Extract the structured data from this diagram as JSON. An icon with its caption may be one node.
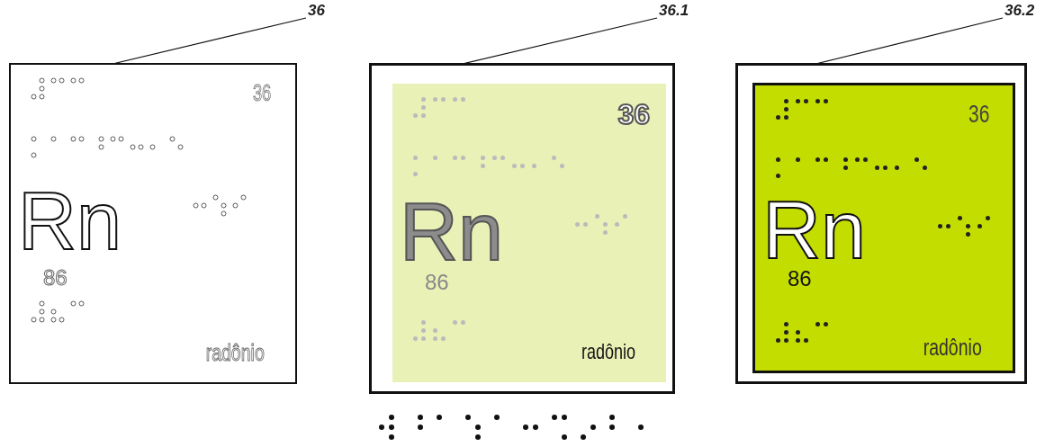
{
  "diagram": {
    "nodes": [
      {
        "text": [
          "36"
        ]
      },
      {
        "text": [
          "36.1"
        ]
      },
      {
        "text": [
          "36.2"
        ]
      },
      {
        "text": [
          "36",
          "Rn",
          "86",
          "radônio"
        ]
      },
      {
        "text": [],
        "shape": "box"
      },
      {
        "text": [
          "36",
          "Rn",
          "86",
          "radônio"
        ],
        "in": 4
      },
      {
        "text": [],
        "shape": "box"
      },
      {
        "text": [
          "36",
          "Rn",
          "86",
          "radônio"
        ],
        "in": 6
      }
    ],
    "edges": [
      {
        "from": 0,
        "to": 3,
        "arrow": "none"
      },
      {
        "from": 1,
        "to": 5,
        "arrow": "none"
      },
      {
        "from": 2,
        "to": 7,
        "arrow": "none"
      }
    ]
  }
}
